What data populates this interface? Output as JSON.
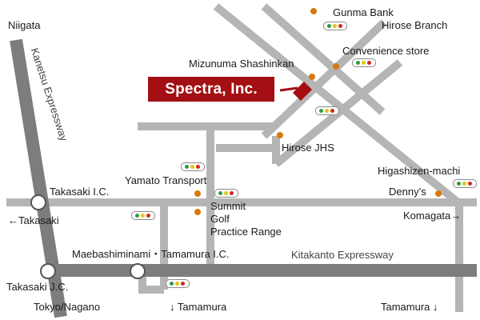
{
  "company": "Spectra, Inc.",
  "labels": {
    "niigata": "Niigata",
    "kanetsu_expressway": "Kanetsu Expressway",
    "gunma_bank": "Gunma Bank",
    "hirose_branch": "Hirose Branch",
    "convenience_store": "Convenience store",
    "mizunuma_shashinkan": "Mizunuma Shashinkan",
    "hirose_jhs": "Hirose JHS",
    "higashizen_machi": "Higashizen-machi",
    "dennys": "Denny’s",
    "yamato_transport": "Yamato Transport",
    "summit": "Summit",
    "golf": "Golf",
    "practice_range": "Practice Range",
    "takasaki_ic": "Takasaki I.C.",
    "to_takasaki": "←Takasaki",
    "to_komagata": "Komagata→",
    "maebashiminami_ic": "Maebashiminami・Tamamura I.C.",
    "kitakanto_expressway": "Kitakanto Expressway",
    "takasaki_jc": "Takasaki J.C.",
    "tokyo_nagano": "Tokyo/Nagano",
    "to_tamamura_1": "↓ Tamamura",
    "to_tamamura_2": "Tamamura ↓"
  },
  "colors": {
    "road": "#b5b5b5",
    "expressway": "#7d7d7d",
    "brand": "#a30f12",
    "landmark": "#d9780f"
  },
  "icons": [
    "traffic-light-icon",
    "landmark-dot-icon",
    "junction-icon",
    "location-marker-icon"
  ]
}
